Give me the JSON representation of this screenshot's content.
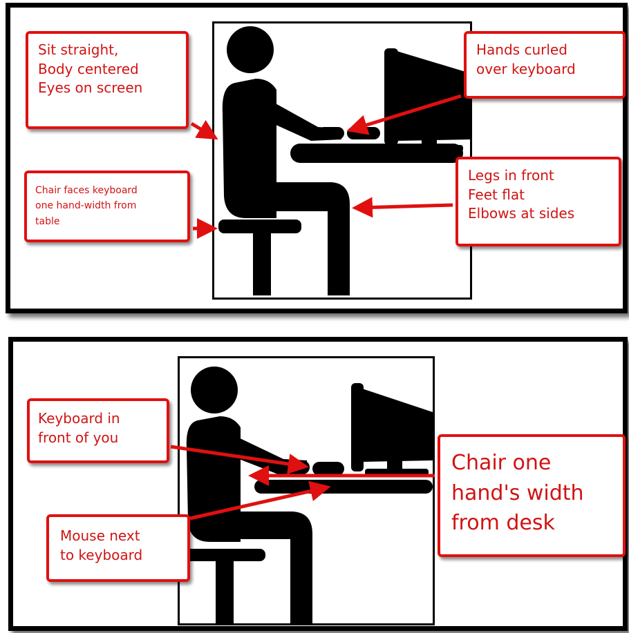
{
  "top_panel": {
    "callouts": {
      "posture": [
        "Sit straight,",
        "Body centered",
        "Eyes on screen"
      ],
      "hands": [
        "Hands curled",
        "over keyboard"
      ],
      "chair": [
        "Chair faces keyboard",
        "one hand-width from",
        "table"
      ],
      "legs": [
        "Legs in front",
        "Feet flat",
        "Elbows at sides"
      ]
    }
  },
  "bottom_panel": {
    "callouts": {
      "keyboard": [
        "Keyboard in",
        "front of you"
      ],
      "mouse": [
        "Mouse next",
        "to keyboard"
      ],
      "desk_distance": [
        "Chair one",
        "hand's width",
        "from desk"
      ]
    }
  },
  "colors": {
    "callout_border": "#e01010",
    "callout_text": "#d11313",
    "arrow": "#e01010",
    "figure": "#000000"
  }
}
